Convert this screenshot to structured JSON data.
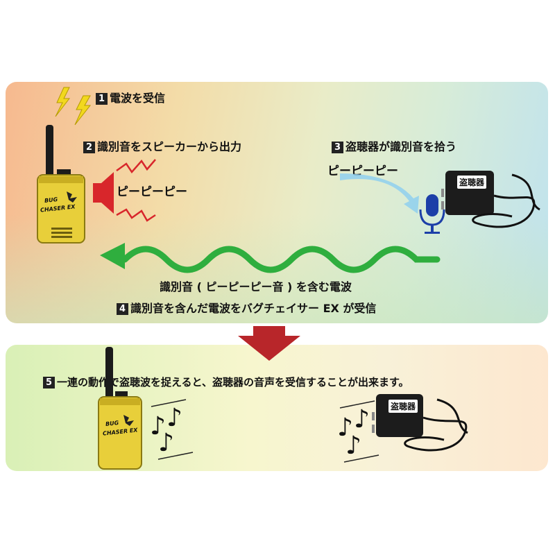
{
  "steps": {
    "s1": {
      "num": "1",
      "text": "電波を受信"
    },
    "s2": {
      "num": "2",
      "text": "識別音をスピーカーから出力"
    },
    "s3": {
      "num": "3",
      "text": "盗聴器が識別音を拾う"
    },
    "s4": {
      "num": "4",
      "text": "識別音を含んだ電波をバグチェイサー EX が受信"
    },
    "s5": {
      "num": "5",
      "text": "一連の動作で盗聴波を捉えると、盗聴器の音声を受信することが出来ます。"
    }
  },
  "sounds": {
    "speaker_sound": "ピーピーピー",
    "mic_sound": "ピーピーピー",
    "wave_caption": "識別音 ( ピーピーピー音 ) を含む電波"
  },
  "device": {
    "logo_line1": "BUG",
    "logo_line2": "CHASER EX",
    "bug_label": "盗聴器"
  },
  "colors": {
    "device_yellow": "#e8cf3a",
    "speaker_red": "#d8262b",
    "wave_green": "#2fae3e",
    "arrow_red": "#b8262a",
    "mic_blue": "#1c3fa8",
    "lightning_yellow": "#f2d81e"
  }
}
